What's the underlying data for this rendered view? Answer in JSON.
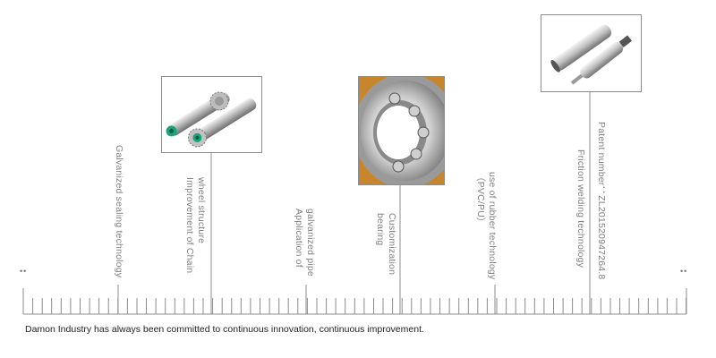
{
  "labels": [
    {
      "id": "galvanized-sealing",
      "lines": [
        "Galvanized sealing technology"
      ]
    },
    {
      "id": "chain-wheel",
      "lines": [
        "wheel structure",
        "Improvement of Chain"
      ]
    },
    {
      "id": "galvanized-pipe",
      "lines": [
        "galvanized pipe",
        "Application of"
      ]
    },
    {
      "id": "customization-bearing",
      "lines": [
        "Customization",
        "bearing"
      ]
    },
    {
      "id": "rubber-technology",
      "lines": [
        "use of rubber technology",
        "（PVC/PU）"
      ]
    },
    {
      "id": "friction-welding",
      "lines": [
        "Friction welding technology"
      ]
    },
    {
      "id": "patent-number",
      "lines": [
        "Patent number：ZL201520947264.8"
      ]
    }
  ],
  "tagline": "Damon Industry has always been committed to continuous innovation, continuous improvement.",
  "ellipsis_left": "••",
  "ellipsis_right": "••",
  "colors": {
    "line": "#8c8c8c",
    "text": "#808080",
    "tagline": "#222222",
    "accent_green": "#1aa37a",
    "bearing_orange": "#c8862c"
  }
}
